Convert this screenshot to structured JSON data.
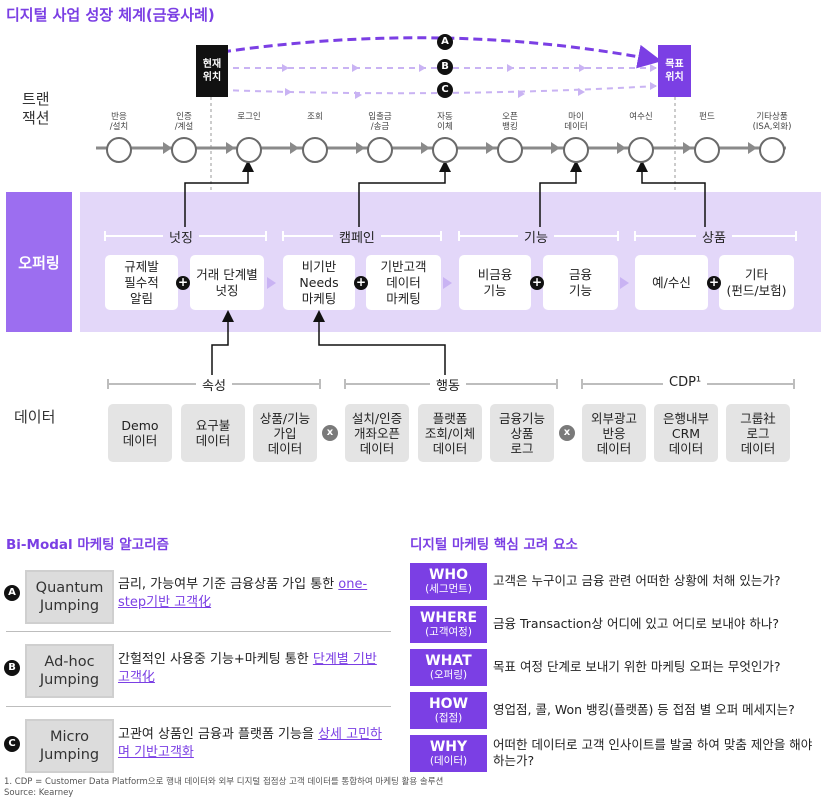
{
  "title": "디지털 사업 성장 체계(금융사례)",
  "rows": {
    "transaction": [
      "트랜",
      "잭션"
    ],
    "offering": "오퍼링",
    "data": "데이터"
  },
  "markers": {
    "current": [
      "현재",
      "위치"
    ],
    "target": [
      "목표",
      "위치"
    ],
    "paths": [
      "A",
      "B",
      "C"
    ]
  },
  "steps": [
    {
      "label": [
        "반응",
        "/설치"
      ]
    },
    {
      "label": [
        "인증",
        "/계설"
      ]
    },
    {
      "label": [
        "로그인"
      ]
    },
    {
      "label": [
        "조회"
      ]
    },
    {
      "label": [
        "입출금",
        "/송금"
      ]
    },
    {
      "label": [
        "자동",
        "이체"
      ]
    },
    {
      "label": [
        "오픈",
        "뱅킹"
      ]
    },
    {
      "label": [
        "마이",
        "데이터"
      ]
    },
    {
      "label": [
        "여수신"
      ]
    },
    {
      "label": [
        "펀드"
      ]
    },
    {
      "label": [
        "기타상품",
        "(ISA,외화)"
      ]
    }
  ],
  "offering": {
    "categories": [
      "넛징",
      "캠페인",
      "기능",
      "상품"
    ],
    "boxes": [
      [
        "규제발",
        "필수적",
        "알림"
      ],
      [
        "거래 단계별",
        "넛징"
      ],
      [
        "비기반",
        "Needs",
        "마케팅"
      ],
      [
        "기반고객",
        "데이터",
        "마케팅"
      ],
      [
        "비금융",
        "기능"
      ],
      [
        "금융",
        "기능"
      ],
      [
        "예/수신"
      ],
      [
        "기타",
        "(펀드/보험)"
      ]
    ],
    "plus": "+"
  },
  "data": {
    "categories": [
      "속성",
      "행동",
      "CDP¹"
    ],
    "boxes": [
      [
        "Demo",
        "데이터"
      ],
      [
        "요구불",
        "데이터"
      ],
      [
        "상품/기능",
        "가입",
        "데이터"
      ],
      [
        "설치/인증",
        "개좌오픈",
        "데이터"
      ],
      [
        "플랫폼",
        "조회/이체",
        "데이터"
      ],
      [
        "금융기능",
        "상품",
        "로그"
      ],
      [
        "외부광고",
        "반응",
        "데이터"
      ],
      [
        "은행내부",
        "CRM",
        "데이터"
      ],
      [
        "그룹社",
        "로그",
        "데이터"
      ]
    ],
    "x": "x"
  },
  "bimodal": {
    "title": "Bi-Modal 마케팅 알고리즘",
    "items": [
      {
        "badge": "A",
        "name": [
          "Quantum",
          "Jumping"
        ],
        "desc": "금리, 가능여부 기준 금융상품 가입 통한 ",
        "highlight": "one-step기반 고객化"
      },
      {
        "badge": "B",
        "name": [
          "Ad-hoc",
          "Jumping"
        ],
        "desc": "간헐적인 사용중 기능+마케팅 통한 ",
        "highlight": "단계별 기반 고객化"
      },
      {
        "badge": "C",
        "name": [
          "Micro",
          "Jumping"
        ],
        "desc": "고관여 상품인 금융과 플랫폼 기능을 ",
        "highlight": "상세 고민하며 기반고객화"
      }
    ]
  },
  "factors": {
    "title": "디지털 마케팅 핵심 고려 요소",
    "items": [
      {
        "key": "WHO",
        "sub": "(세그먼트)",
        "desc": "고객은 누구이고 금융 관련 어떠한 상황에 처해 있는가?"
      },
      {
        "key": "WHERE",
        "sub": "(고객여정)",
        "desc": "금융 Transaction상 어디에 있고 어디로 보내야 하나?"
      },
      {
        "key": "WHAT",
        "sub": "(오퍼링)",
        "desc": "목표 여정 단계로 보내기 위한 마케팅 오퍼는 무엇인가?"
      },
      {
        "key": "HOW",
        "sub": "(접점)",
        "desc": "영업점, 콜, Won 뱅킹(플랫폼) 등 접점 별 오퍼 메세지는?"
      },
      {
        "key": "WHY",
        "sub": "(데이터)",
        "desc": "어떠한 데이터로 고객 인사이트를 발굴 하여 맞춤 제안을 해야 하는가?"
      }
    ]
  },
  "footnote": "1. CDP = Customer Data Platform으로 행내 데이터와 외부 디지털 접점상 고객 데이터를 통합하여 마케팅 활용 솔루션",
  "source": "Source: Kearney",
  "colors": {
    "purple": "#7b3fe4",
    "light_purple": "#e3d7f9",
    "mid_purple": "#9c6ef0",
    "gray_box": "#e4e4e4"
  }
}
